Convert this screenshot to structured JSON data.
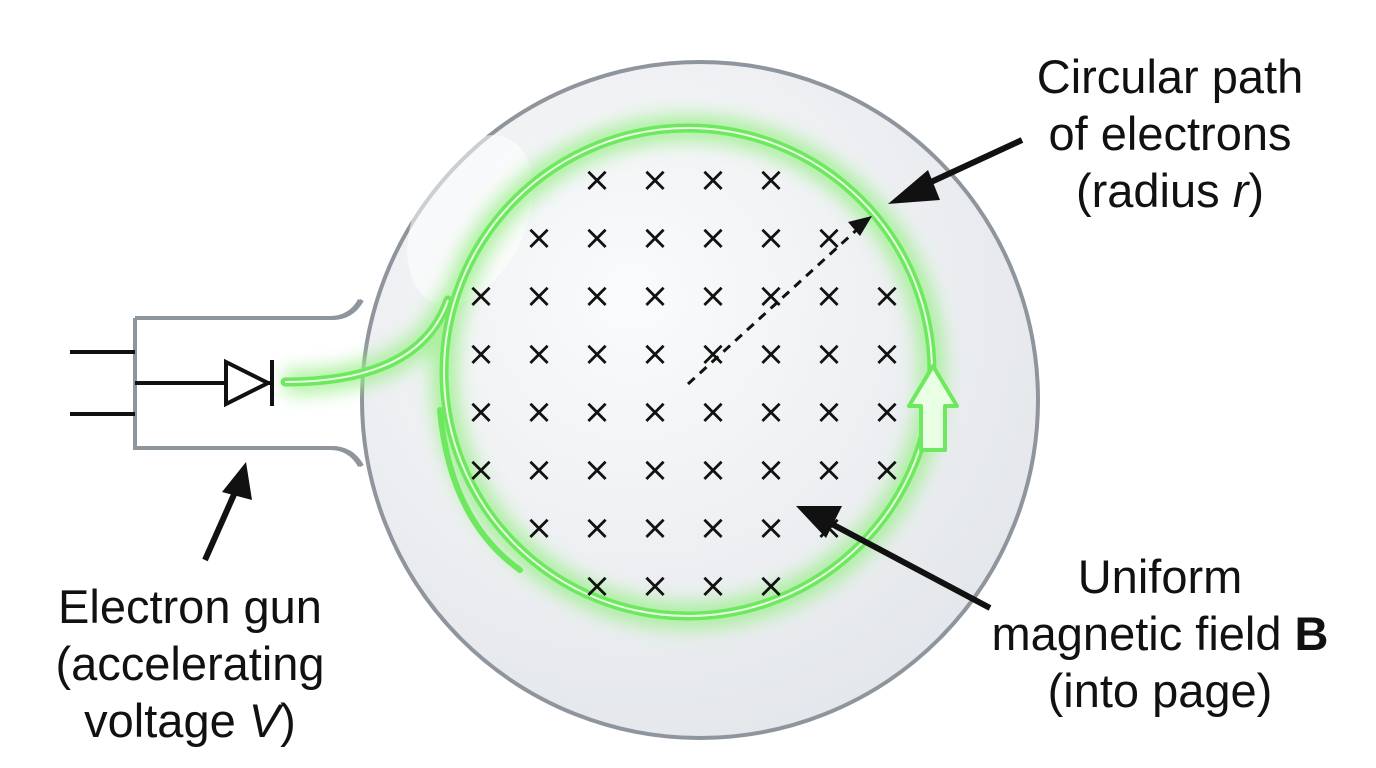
{
  "labels": {
    "circular_path": {
      "line1": "Circular path",
      "line2": "of electrons",
      "line3_prefix": "(radius ",
      "line3_var": "r",
      "line3_suffix": ")"
    },
    "electron_gun": {
      "line1": "Electron gun",
      "line2": "(accelerating",
      "line3_prefix": "voltage ",
      "line3_var": "V",
      "line3_suffix": ")"
    },
    "magnetic_field": {
      "line1": "Uniform",
      "line2_prefix": "magnetic field ",
      "line2_symbol": "B",
      "line3": "(into page)"
    }
  },
  "field_marker": "×",
  "field_rows": [
    4,
    6,
    8,
    8,
    8,
    8,
    6,
    4
  ],
  "colors": {
    "beam": "#6ee85f",
    "beam_glow": "#9ef08f",
    "bulb_fill": "#eef0f3",
    "bulb_stroke": "#8f959c",
    "ink": "#111111"
  },
  "icons": {
    "diode": "diode-symbol-icon",
    "direction": "beam-direction-arrow-icon"
  }
}
